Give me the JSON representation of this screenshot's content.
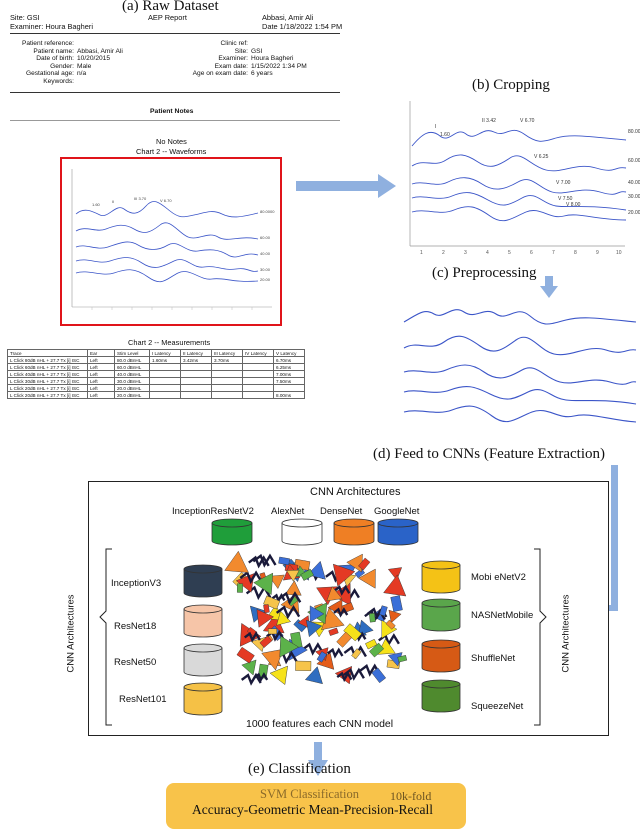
{
  "sections": {
    "raw": "(a) Raw Dataset",
    "cropping": "(b) Cropping",
    "preprocessing": "(c) Preprocessing",
    "feed": "(d) Feed to CNNs (Feature Extraction)",
    "classification": "(e) Classification"
  },
  "report": {
    "site": "Site: GSI",
    "examiner_top": "Examiner: Houra Bagheri",
    "report_title": "AEP Report",
    "patient_top": "Abbasi, Amir Ali",
    "date_top": "Date 1/18/2022 1:54 PM",
    "left_fields": [
      {
        "label": "Patient reference:",
        "value": ""
      },
      {
        "label": "Patient name:",
        "value": "Abbasi, Amir Ali"
      },
      {
        "label": "Date of birth:",
        "value": "10/20/2015"
      },
      {
        "label": "Gender:",
        "value": "Male"
      },
      {
        "label": "Gestational age:",
        "value": "n/a"
      },
      {
        "label": "Keywords:",
        "value": ""
      }
    ],
    "right_fields": [
      {
        "label": "Clinic ref:",
        "value": ""
      },
      {
        "label": "Site:",
        "value": "GSI"
      },
      {
        "label": "Examiner:",
        "value": "Houra Bagheri"
      },
      {
        "label": "Exam date:",
        "value": "1/15/2022 1:34 PM"
      },
      {
        "label": "Age on exam date:",
        "value": "6 years"
      }
    ],
    "patient_notes": "Patient Notes",
    "no_notes": "No Notes",
    "chart2_title": "Chart 2 -- Waveforms",
    "measurements_title": "Chart 2 -- Measurements",
    "table_headers": [
      "Trace",
      "Ear",
      "Stim Level",
      "I Latency",
      "II Latency",
      "III Latency",
      "IV Latency",
      "V Latency"
    ],
    "table_rows": [
      [
        "L Click 80dB nHL + 27.7 Tx [i] ISC",
        "Left",
        "80.0 dBnHL",
        "1.60ms",
        "3.42ms",
        "3.70ms",
        "",
        "6.70ms"
      ],
      [
        "L Click 60dB nHL + 27.7 Tx [i] ISC",
        "Left",
        "60.0 dBnHL",
        "",
        "",
        "",
        "",
        "6.25ms"
      ],
      [
        "L Click 40dB nHL + 27.7 Tx [i] ISC",
        "Left",
        "40.0 dBnHL",
        "",
        "",
        "",
        "",
        "7.00ms"
      ],
      [
        "L Click 30dB nHL + 27.7 Tx [i] ISC",
        "Left",
        "30.0 dBnHL",
        "",
        "",
        "",
        "",
        "7.50ms"
      ],
      [
        "L Click 20dB nHL + 27.7 Tx [i] ISC",
        "Left",
        "20.0 dBnHL",
        "",
        "",
        "",
        "",
        ""
      ],
      [
        "L Click 20dB nHL + 27.7 Tx [i] ISC",
        "Left",
        "20.0 dBnHL",
        "",
        "",
        "",
        "",
        "8.00ms"
      ]
    ]
  },
  "cnn": {
    "title": "CNN Architectures",
    "side_label": "CNN Architectures",
    "top_models": [
      {
        "name": "InceptionResNetV2",
        "color": "#1f9e3a"
      },
      {
        "name": "AlexNet",
        "color": "#ffffff"
      },
      {
        "name": "DenseNet",
        "color": "#ef7f24"
      },
      {
        "name": "GoogleNet",
        "color": "#2a63c8"
      }
    ],
    "left_models": [
      {
        "name": "InceptionV3",
        "color": "#2f3e52"
      },
      {
        "name": "ResNet18",
        "color": "#f6c5a8"
      },
      {
        "name": "ResNet50",
        "color": "#d9d9d9"
      },
      {
        "name": "ResNet101",
        "color": "#f5c146"
      }
    ],
    "right_models": [
      {
        "name": "Mobi eNetV2",
        "color": "#f4c216"
      },
      {
        "name": "NASNetMobile",
        "color": "#5aa64b"
      },
      {
        "name": "ShuffleNet",
        "color": "#d65a15"
      },
      {
        "name": "SqueezeNet",
        "color": "#4f8a2e"
      }
    ],
    "features_caption": "1000 features each CNN model"
  },
  "classification": {
    "svm": "SVM Classification",
    "fold": "10k-fold",
    "metrics": "Accuracy-Geometric Mean-Precision-Recall"
  },
  "colors": {
    "arrow": "#8fb0df",
    "wave": "#3b55c8",
    "red_frame": "#e0141a",
    "class_box": "#f8c34a"
  }
}
